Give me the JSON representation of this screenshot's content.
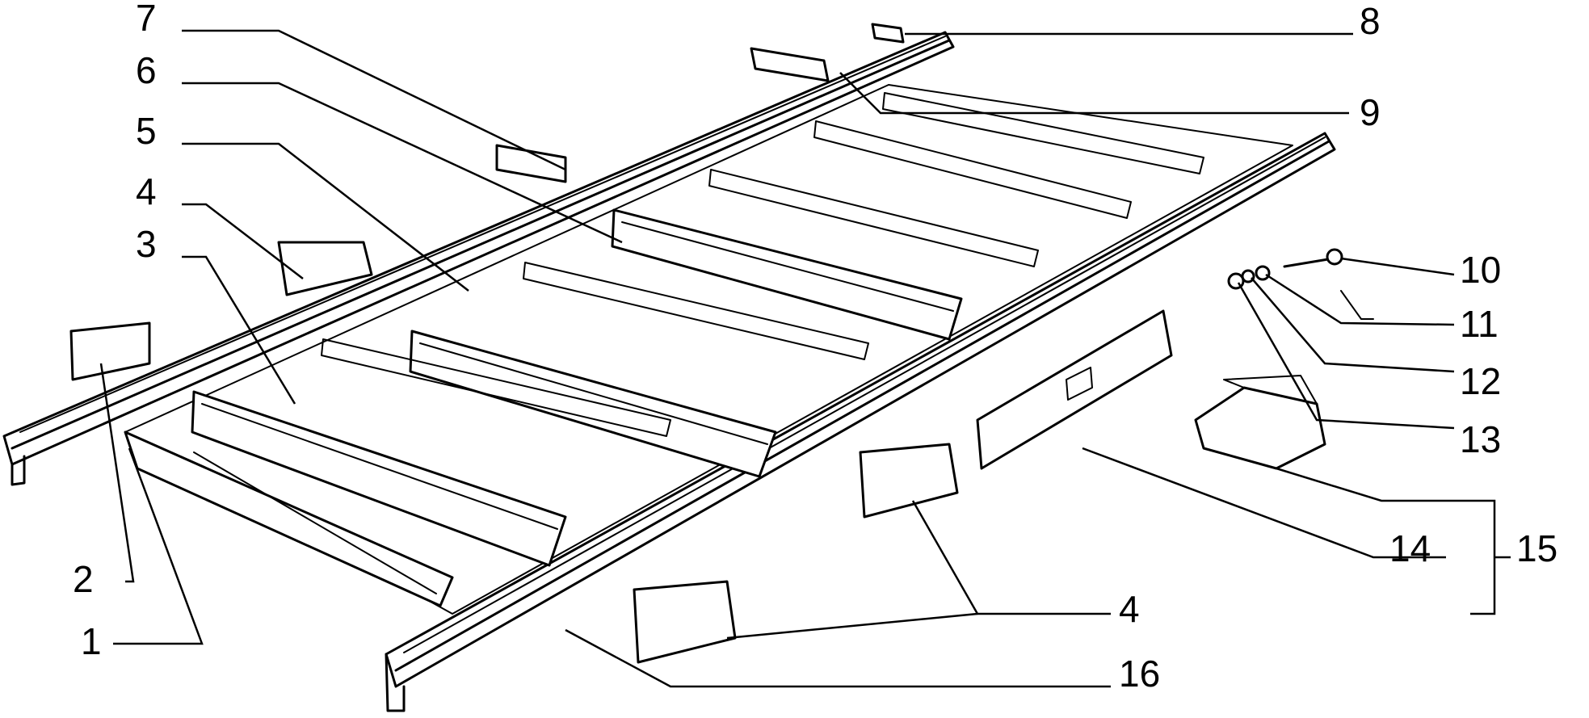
{
  "callouts": [
    "1",
    "2",
    "3",
    "4",
    "4",
    "5",
    "6",
    "7",
    "8",
    "9",
    "10",
    "11",
    "12",
    "13",
    "14",
    "15",
    "16"
  ]
}
